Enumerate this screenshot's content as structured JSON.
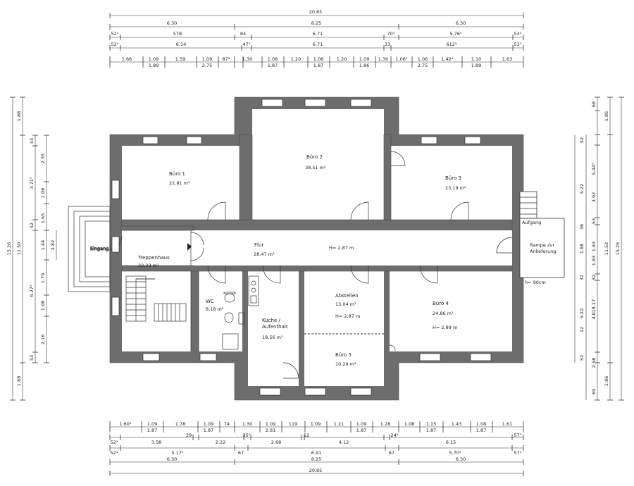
{
  "rooms": {
    "buero1": {
      "name": "Büro 1",
      "area": "22,81 m²"
    },
    "buero2": {
      "name": "Büro 2",
      "area": "38,51 m²"
    },
    "buero3": {
      "name": "Büro 3",
      "area": "23,19 m²"
    },
    "buero4": {
      "name": "Büro 4",
      "area": "24,86 m²",
      "height": "H= 2,89 m"
    },
    "buero5": {
      "name": "Büro 5",
      "area": "10,29 m²"
    },
    "flur": {
      "name": "Flur",
      "area": "28,47 m²",
      "height": "H= 2,87 m"
    },
    "treppenhaus": {
      "name": "Treppenhaus",
      "area": "22,23 m²"
    },
    "wc": {
      "name": "WC",
      "area": "8,18 m²"
    },
    "kueche": {
      "name1": "Küche /",
      "name2": "Aufenthalt",
      "area": "18,56 m²"
    },
    "abstellen": {
      "name": "Abstellen",
      "area": "13,04 m²",
      "height": "H= 2,87 m"
    },
    "eingang": {
      "name": "Eingang"
    },
    "aufgang": {
      "name": "Aufgang"
    },
    "rampe": {
      "name1": "Rampe zur",
      "name2": "Anlieferung",
      "height": "h= 90cm"
    }
  },
  "dimensions": {
    "top": {
      "total": "20.85",
      "row1": [
        "6.30",
        "8.25",
        "6.30"
      ],
      "row2": [
        "52⁵",
        "578",
        "84",
        "6.71",
        "70⁵",
        "5.76⁵",
        "53⁵"
      ],
      "row3": [
        "52⁵",
        "6.14",
        "47⁵",
        "6.71",
        "33",
        "612⁵",
        "53⁵"
      ],
      "row4": [
        "1.66",
        "1.09",
        "1.59",
        "1.09",
        "87⁵",
        "1.30",
        "1.08",
        "1.20",
        "1.08",
        "1.20",
        "1.09",
        "1.30",
        "1.06⁵",
        "1.06",
        "1.42⁵",
        "1.10",
        "1.63"
      ],
      "row5": [
        "1.89",
        "2.75",
        "1.87",
        "1.87",
        "1.86",
        "2.75",
        "1.89"
      ]
    },
    "bottom": {
      "total": "20.85",
      "row1": [
        "6.30",
        "8.25",
        "6.30"
      ],
      "row2": [
        "52⁵",
        "5.17⁵",
        "67",
        "6.91",
        "67",
        "5.70⁵",
        "57⁵"
      ],
      "row3": [
        "52⁵",
        "3.58",
        "29",
        "2.22",
        "35⁵",
        "2.68",
        "12",
        "4.12",
        "24⁵",
        "6.15",
        "57⁵"
      ],
      "row4": [
        "1.60⁵",
        "1.09",
        "1.78",
        "1.09",
        "74",
        "1.30",
        "1.09",
        "119",
        "1.09",
        "1.21",
        "1.09",
        "1.28",
        "1.08",
        "1.15",
        "1.43",
        "1.08",
        "1.61"
      ],
      "row5": [
        "1.87",
        "1.87",
        "2.81",
        "1.87",
        "1.87",
        "1.87"
      ]
    },
    "left": {
      "total": "15.26",
      "outer": [
        "1.88",
        "11.50",
        "1.88"
      ],
      "mid": [
        "53",
        "3.71⁵",
        "52",
        "6.27⁵",
        "53"
      ],
      "inner": [
        "2.35",
        "1.08",
        "1.65",
        "1.44",
        "2.82",
        "1.79",
        "1.08",
        "2.16"
      ]
    },
    "right": {
      "total": "15.26",
      "outer": [
        "1.86",
        "11.52",
        "1.86"
      ],
      "mid": [
        "68",
        "52",
        "5.44⁵",
        "5.22",
        "36",
        "1.88",
        "5.22",
        "32",
        "4.01⁵",
        "12",
        "52",
        "2.58",
        "69"
      ],
      "inner": [
        "3.92",
        "53",
        "1.83",
        "1.83",
        "32",
        "3.17"
      ]
    }
  }
}
